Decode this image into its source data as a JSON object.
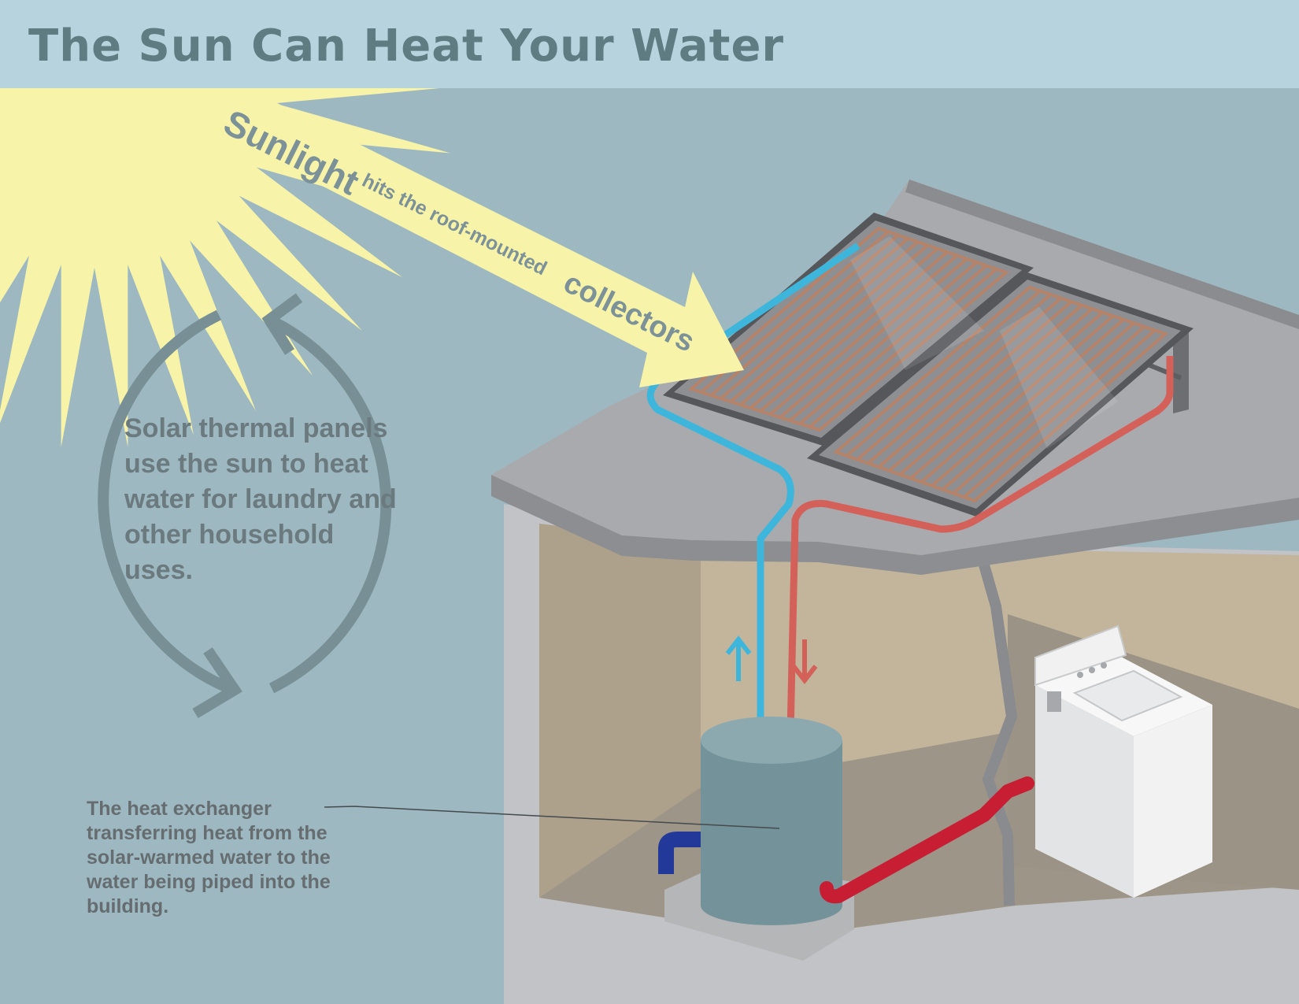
{
  "title": "The Sun Can Heat Your Water",
  "beam": {
    "word1": "Sunlight",
    "phrase": "hits the roof-mounted",
    "word2": "collectors"
  },
  "cycle_text": "Solar thermal panels use the sun to heat water for laundry and other household uses.",
  "exchanger_text": "The heat exchanger transferring heat from the solar-warmed water to the water being piped into the building.",
  "colors": {
    "sky": "#9db8c0",
    "title_bar": "#b6d3de",
    "title_text": "#5f7c83",
    "sun": "#f7f3a8",
    "cycle_arrows": "#778f95",
    "cold_pipe": "#3eb6dc",
    "hot_pipe": "#d4605a",
    "supply_hot_pipe": "#c81e34",
    "inlet_pipe": "#23399a",
    "tank": "#74929a",
    "roof": "#a7a8ab",
    "wall": "#c3b59b",
    "floor": "#9d9588",
    "washer": "#ececec"
  },
  "icons": [
    "sun-icon",
    "cycle-arrows-icon",
    "up-arrow-icon",
    "down-arrow-icon",
    "washing-machine-icon",
    "water-tank-icon",
    "solar-panel-icon"
  ]
}
